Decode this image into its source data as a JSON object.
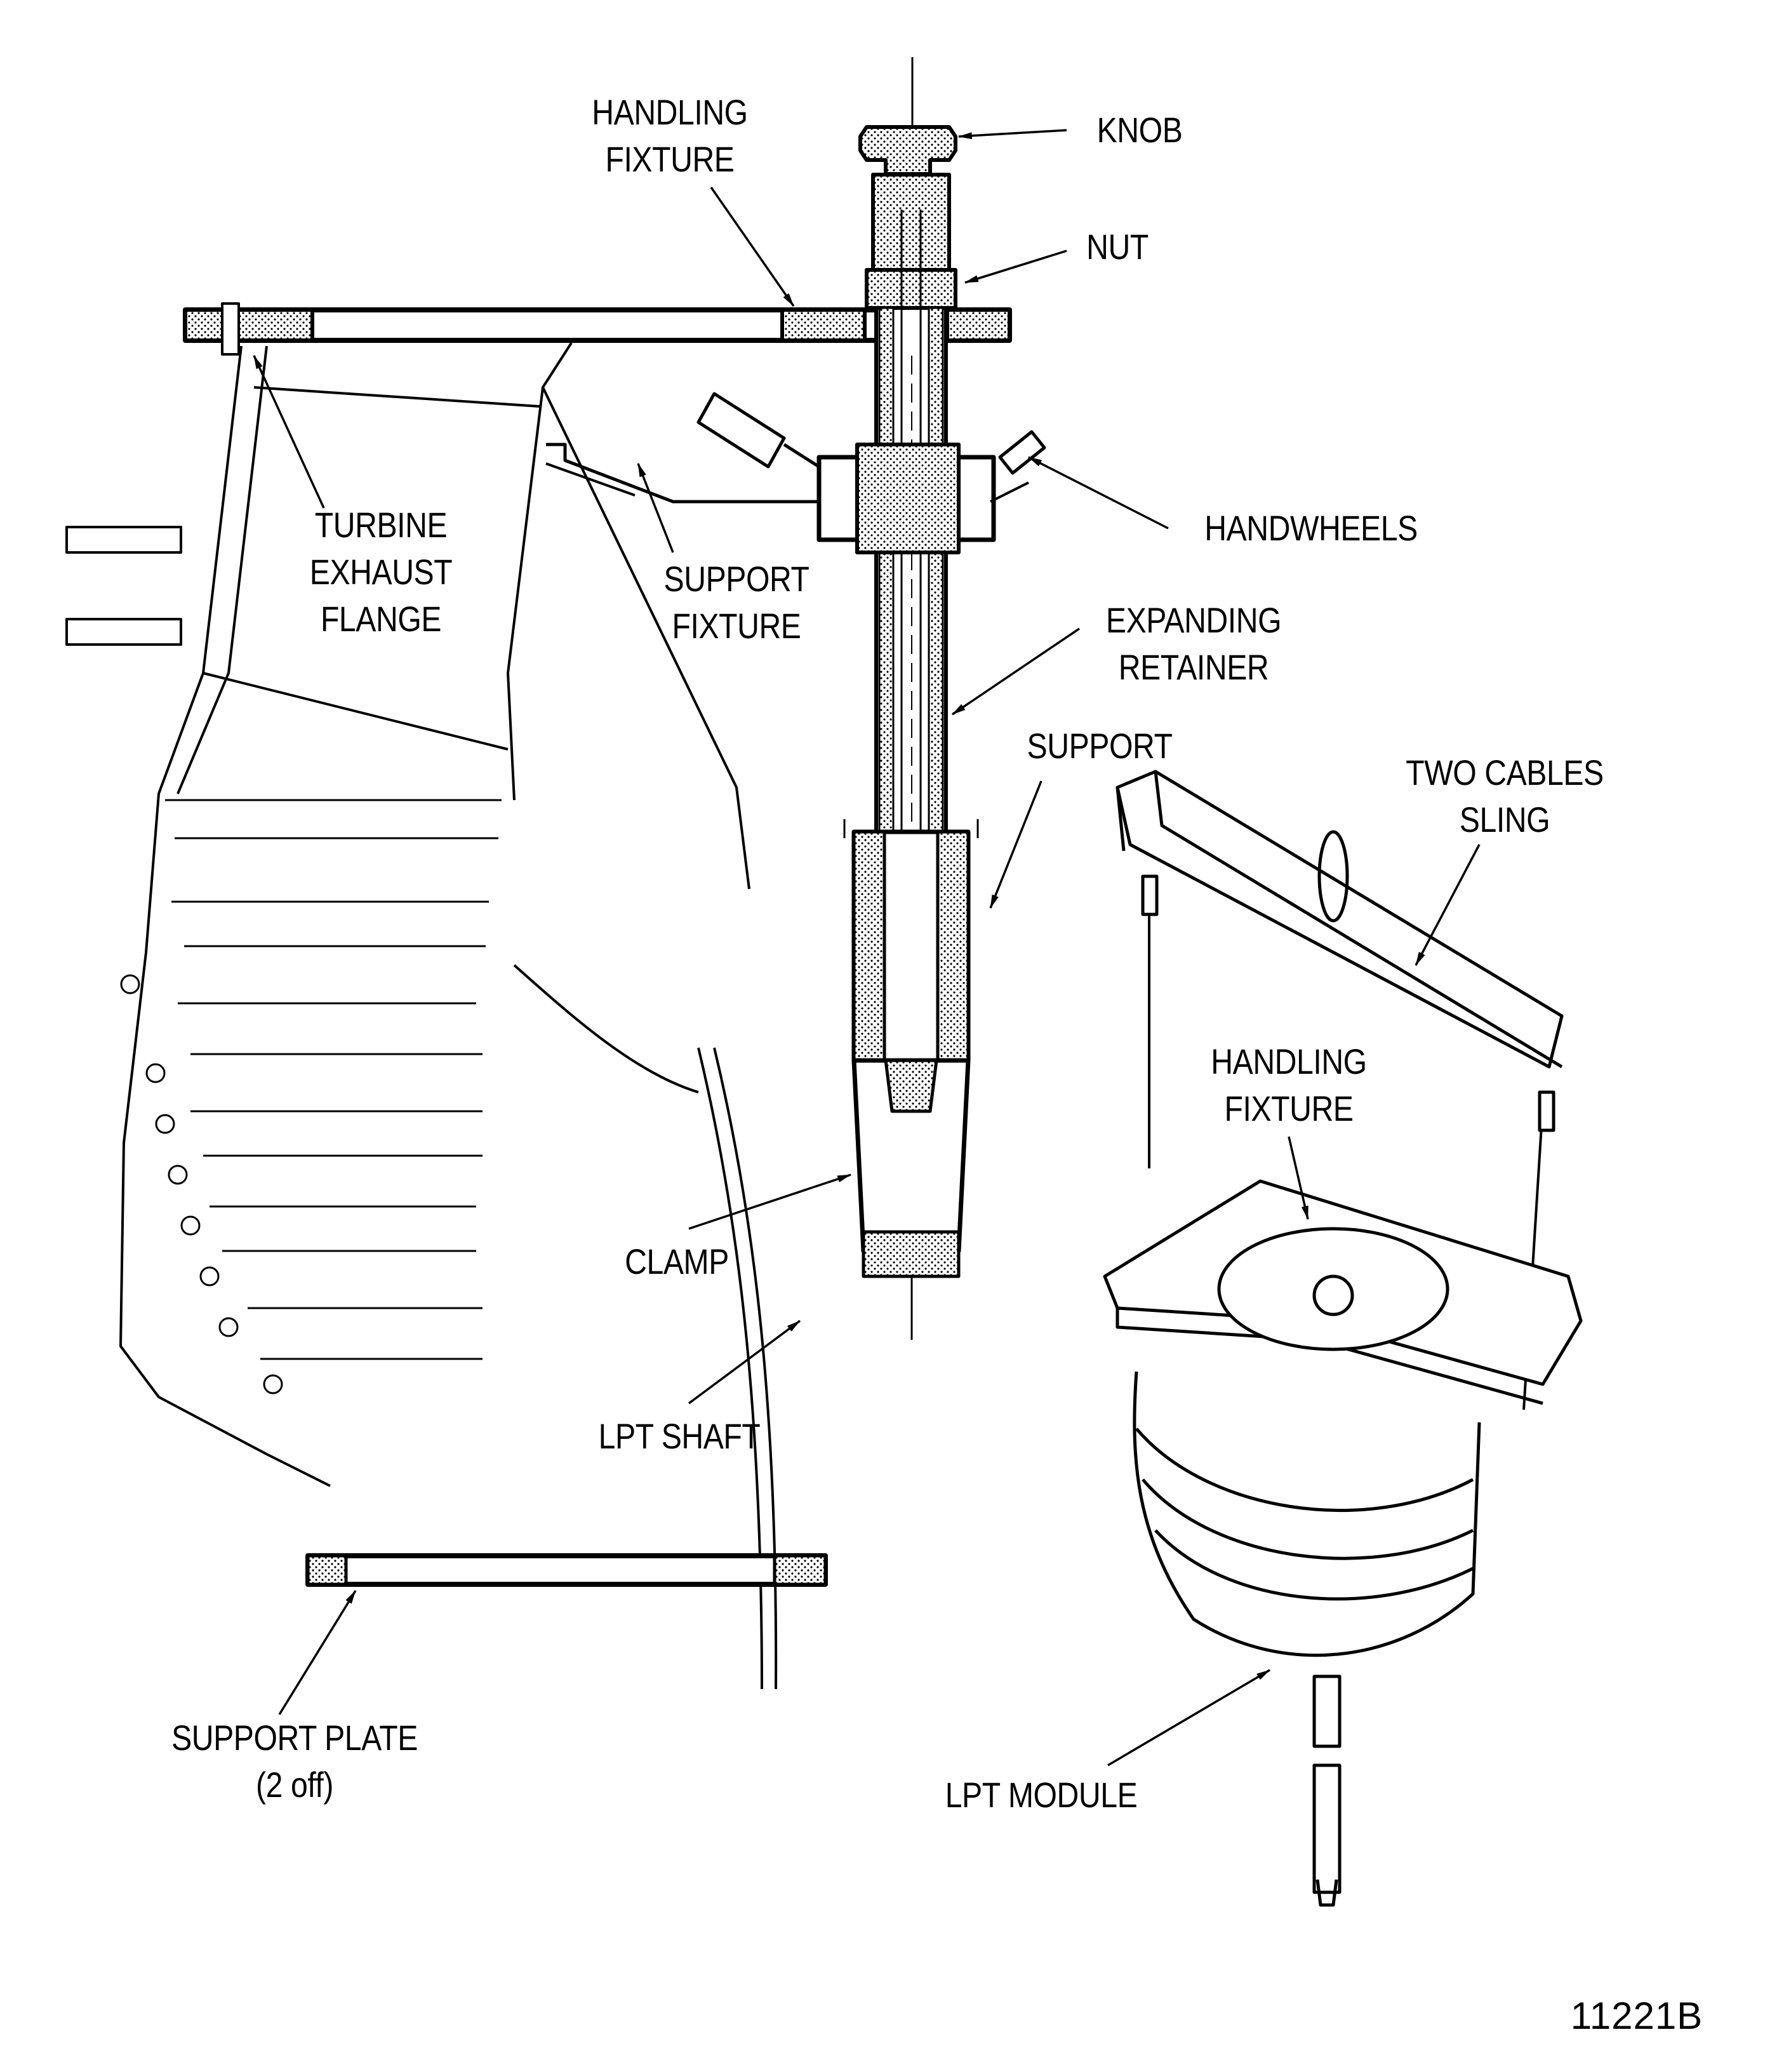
{
  "figure": {
    "id": "11221B",
    "subject": "LPT module removal / installation with handling fixture, support fixture and two cables sling"
  },
  "colors": {
    "ink": "#000000",
    "paper": "#ffffff",
    "hatch": "#000000"
  },
  "labels": {
    "handling_fixture_top": [
      "HANDLING",
      "FIXTURE"
    ],
    "knob": "KNOB",
    "nut": "NUT",
    "handwheels": "HANDWHEELS",
    "turbine_exhaust_flange": [
      "TURBINE",
      "EXHAUST",
      "FLANGE"
    ],
    "support_fixture": [
      "SUPPORT",
      "FIXTURE"
    ],
    "expanding_retainer": [
      "EXPANDING",
      "RETAINER"
    ],
    "support": "SUPPORT",
    "two_cables_sling": [
      "TWO CABLES",
      "SLING"
    ],
    "handling_fixture_right": [
      "HANDLING",
      "FIXTURE"
    ],
    "clamp": "CLAMP",
    "lpt_shaft": "LPT SHAFT",
    "support_plate": [
      "SUPPORT PLATE",
      "(2 off)"
    ],
    "lpt_module": "LPT MODULE"
  }
}
